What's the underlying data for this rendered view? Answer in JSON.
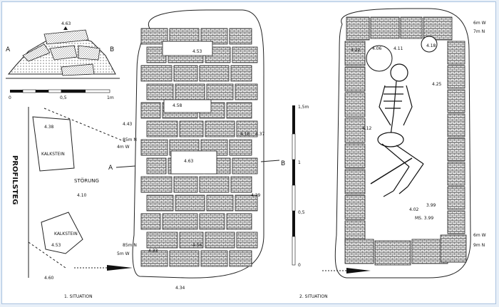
{
  "profile": {
    "A": "A",
    "B": "B",
    "elev": "4.63",
    "scale": {
      "zero": "0",
      "half": "0,5",
      "one": "1m"
    }
  },
  "situation1": {
    "caption": "1. SITUATION",
    "profilsteg": "PROFILSTEG",
    "kalkstein_top": "KALKSTEIN",
    "kalkstein_bottom": "KALKSTEIN",
    "stoerung": "STÖRUNG",
    "A": "A",
    "B": "B",
    "nums": {
      "n453": "4.53",
      "n458": "4.58",
      "n443": "4.43",
      "n438": "4.38",
      "n418": "4.18",
      "n437": "4.37",
      "n463": "4.63",
      "n410": "4.10",
      "n429": "4.29",
      "n453b": "4.53",
      "n456": "4.56",
      "n460": "4.60",
      "n434": "4.34",
      "n433": "4.33"
    },
    "coord": {
      "c85n_top": "85m N",
      "c4w": "4m W",
      "c85n_bot": "85m N",
      "c5w": "5m W"
    }
  },
  "vscale": {
    "top": "1,5m",
    "one": "1",
    "half": "0,5",
    "zero": "0"
  },
  "situation2": {
    "caption": "2. SITUATION",
    "nums": {
      "n422": "4.22",
      "n406": "4.06",
      "n411": "4.11",
      "n418": "4.18",
      "n425": "4.25",
      "n412": "4.12",
      "n402": "4.02",
      "n399": "3.99",
      "ms": "MS. 3.99"
    },
    "coord": {
      "c6w_top": "6m W",
      "c7n": "7m N",
      "c6w_bot": "6m W",
      "c9n": "9m N"
    }
  }
}
